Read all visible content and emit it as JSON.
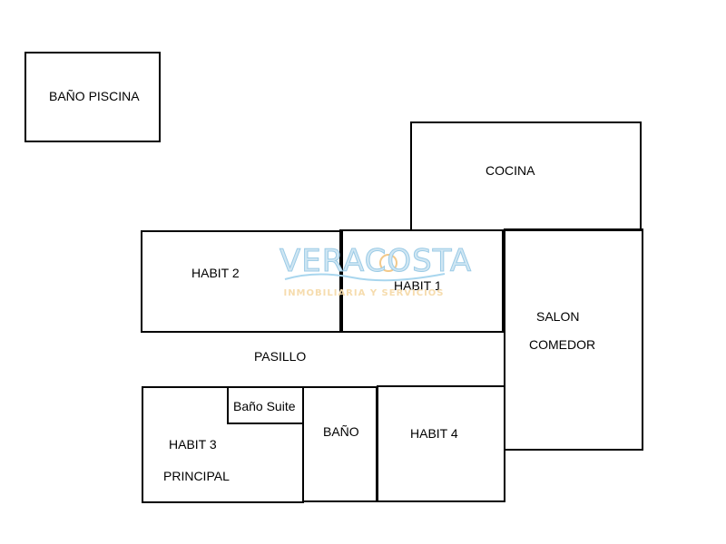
{
  "floorplan": {
    "rooms": {
      "bano_piscina": "BAÑO PISCINA",
      "cocina": "COCINA",
      "habit2": "HABIT 2",
      "habit1": "HABIT 1",
      "salon": "SALON",
      "comedor": "COMEDOR",
      "pasillo": "PASILLO",
      "bano_suite": "Baño Suite",
      "habit3": "HABIT 3",
      "principal": "PRINCIPAL",
      "bano": "BAÑO",
      "habit4": "HABIT 4"
    },
    "watermark": {
      "brand": "VERACOSTA",
      "tagline": "INMOBILIARIA Y SERVICIOS",
      "colors": {
        "text": "#cfe6f3",
        "outline": "#9ccbe6",
        "tagline": "#f6dcae",
        "sun": "#f3c98a"
      }
    }
  }
}
